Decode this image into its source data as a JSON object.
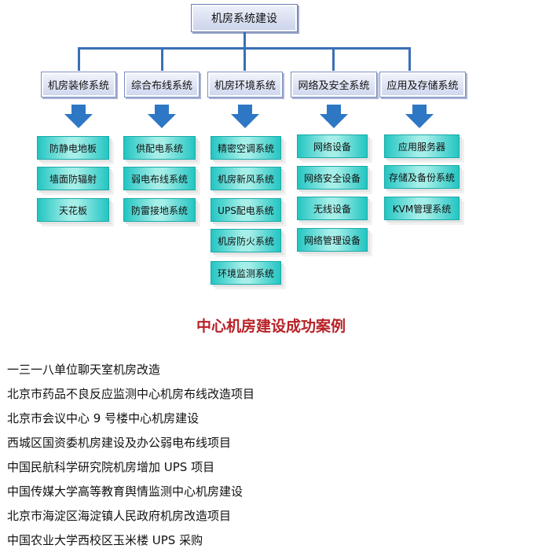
{
  "diagram": {
    "root": "机房系统建设",
    "systems": [
      {
        "label": "机房装修系统",
        "items": [
          "防静电地板",
          "墙面防辐射",
          "天花板"
        ]
      },
      {
        "label": "综合布线系统",
        "items": [
          "供配电系统",
          "弱电布线系统",
          "防雷接地系统"
        ]
      },
      {
        "label": "机房环境系统",
        "items": [
          "精密空调系统",
          "机房新风系统",
          "UPS配电系统",
          "机房防火系统",
          "环境监测系统"
        ]
      },
      {
        "label": "网络及安全系统",
        "items": [
          "网络设备",
          "网络安全设备",
          "无线设备",
          "网络管理设备"
        ]
      },
      {
        "label": "应用及存储系统",
        "items": [
          "应用服务器",
          "存储及备份系统",
          "KVM管理系统"
        ]
      }
    ],
    "colors": {
      "connector": "#3a6fb5",
      "arrow": "#2e77c4",
      "leaf": "#23c5c2",
      "title": "#b82228"
    }
  },
  "cases": {
    "title": "中心机房建设成功案例",
    "items": [
      "一三一八单位聊天室机房改造",
      "北京市药品不良反应监测中心机房布线改造项目",
      "北京市会议中心 9 号楼中心机房建设",
      "西城区国资委机房建设及办公弱电布线项目",
      "中国民航科学研究院机房增加 UPS 项目",
      "中国传媒大学高等教育舆情监测中心机房建设",
      "北京市海淀区海淀镇人民政府机房改造项目",
      "中国农业大学西校区玉米楼 UPS 采购"
    ]
  }
}
